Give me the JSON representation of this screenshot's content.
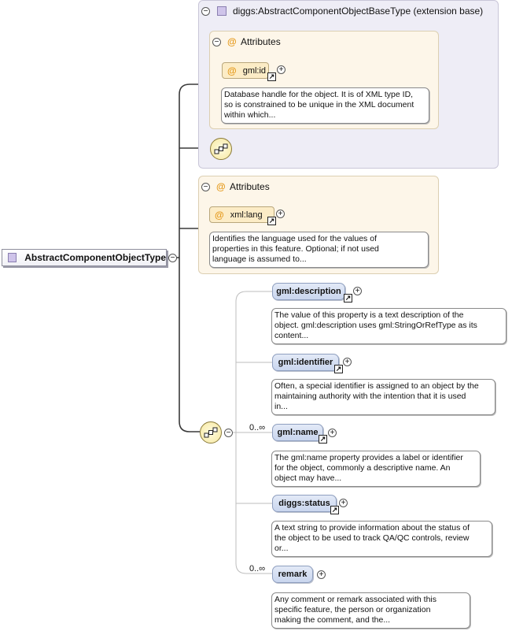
{
  "base_type": {
    "label": "diggs:AbstractComponentObjectBaseType (extension base)",
    "icon": "complex-type-icon"
  },
  "base_attributes": {
    "header": "Attributes",
    "attribute": {
      "name": "gml:id",
      "doc": [
        "Database handle for the object. It is of XML type ID,",
        "so is constrained to be unique in the XML document",
        "within which..."
      ]
    }
  },
  "attributes": {
    "header": "Attributes",
    "attribute": {
      "name": "xml:lang",
      "doc": [
        "Identifies the language used for the values of",
        "properties in this feature. Optional; if not used",
        "language is assumed to..."
      ]
    }
  },
  "root": {
    "label": "AbstractComponentObjectType"
  },
  "sequence_icon": "sequence-compositor-icon",
  "elements": [
    {
      "name": "gml:description",
      "occurs": "",
      "ref": true,
      "doc": [
        "The value of this property is a text description of the",
        "object. gml:description uses gml:StringOrRefType as its",
        "content..."
      ]
    },
    {
      "name": "gml:identifier",
      "occurs": "",
      "ref": true,
      "doc": [
        "Often, a special identifier is assigned to an object by the",
        "maintaining authority with the intention that it is used",
        "in..."
      ]
    },
    {
      "name": "gml:name",
      "occurs": "0..∞",
      "ref": true,
      "doc": [
        "The gml:name property provides a label or identifier",
        "for the object, commonly a descriptive name. An",
        "object may have..."
      ]
    },
    {
      "name": "diggs:status",
      "occurs": "",
      "ref": true,
      "doc": [
        "A text string to provide information about the status of",
        "the object to be used to track QA/QC controls, review",
        "or..."
      ]
    },
    {
      "name": "remark",
      "occurs": "0..∞",
      "ref": false,
      "doc": [
        "Any comment or remark associated with this",
        "specific feature, the person or organization",
        "making the comment, and the..."
      ]
    }
  ],
  "glyphs": {
    "collapse": "−",
    "expand": "+",
    "at": "@",
    "ref": "↗"
  },
  "colors": {
    "base_panel": "#eeedf6",
    "attr_panel": "#fdf6e9",
    "element": "#c9d6ee",
    "type_square": "#cfc4ea"
  }
}
